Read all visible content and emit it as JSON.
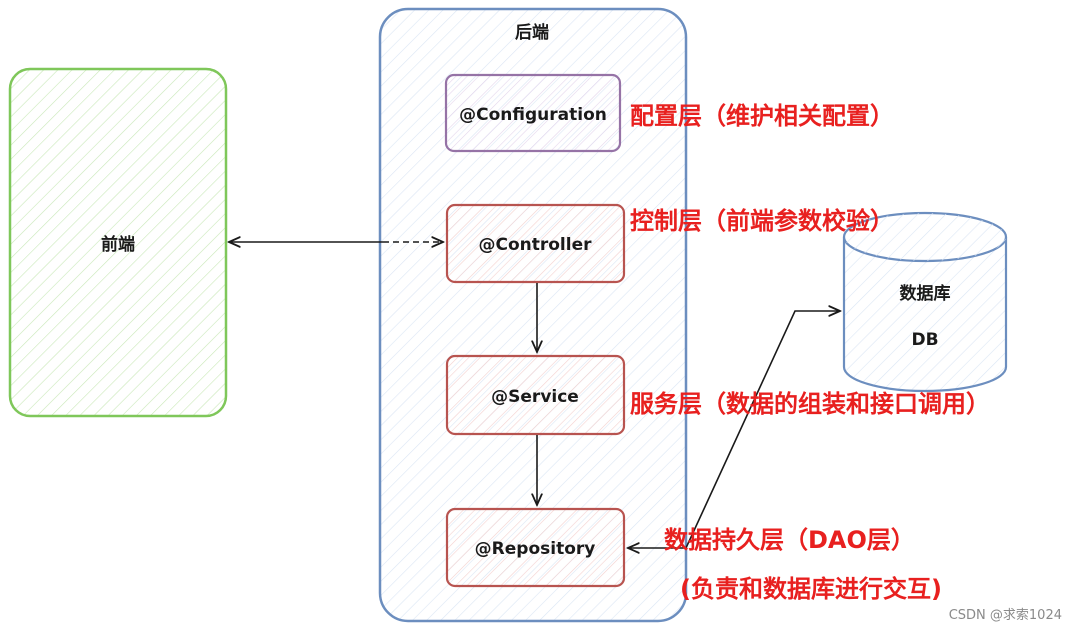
{
  "diagram": {
    "frontend": {
      "label": "前端"
    },
    "backend": {
      "label": "后端"
    },
    "layers": [
      {
        "id": "configuration",
        "label": "@Configuration",
        "annotation": "配置层（维护相关配置）"
      },
      {
        "id": "controller",
        "label": "@Controller",
        "annotation": "控制层（前端参数校验）"
      },
      {
        "id": "service",
        "label": "@Service",
        "annotation": "服务层（数据的组装和接口调用）"
      },
      {
        "id": "repository",
        "label": "@Repository",
        "annotation": "数据持久层（DAO层）",
        "annotation_line2": "(负责和数据库进行交互)"
      }
    ],
    "database": {
      "label": "数据库",
      "sublabel": "DB"
    }
  },
  "colors": {
    "frontend_stroke": "#7fc75a",
    "backend_stroke": "#6c8ebf",
    "configuration_stroke": "#9673a6",
    "layer_stroke": "#b85450",
    "database_stroke": "#6c8ebf",
    "annotation": "#e8201f"
  },
  "watermark": "CSDN @求索1024"
}
